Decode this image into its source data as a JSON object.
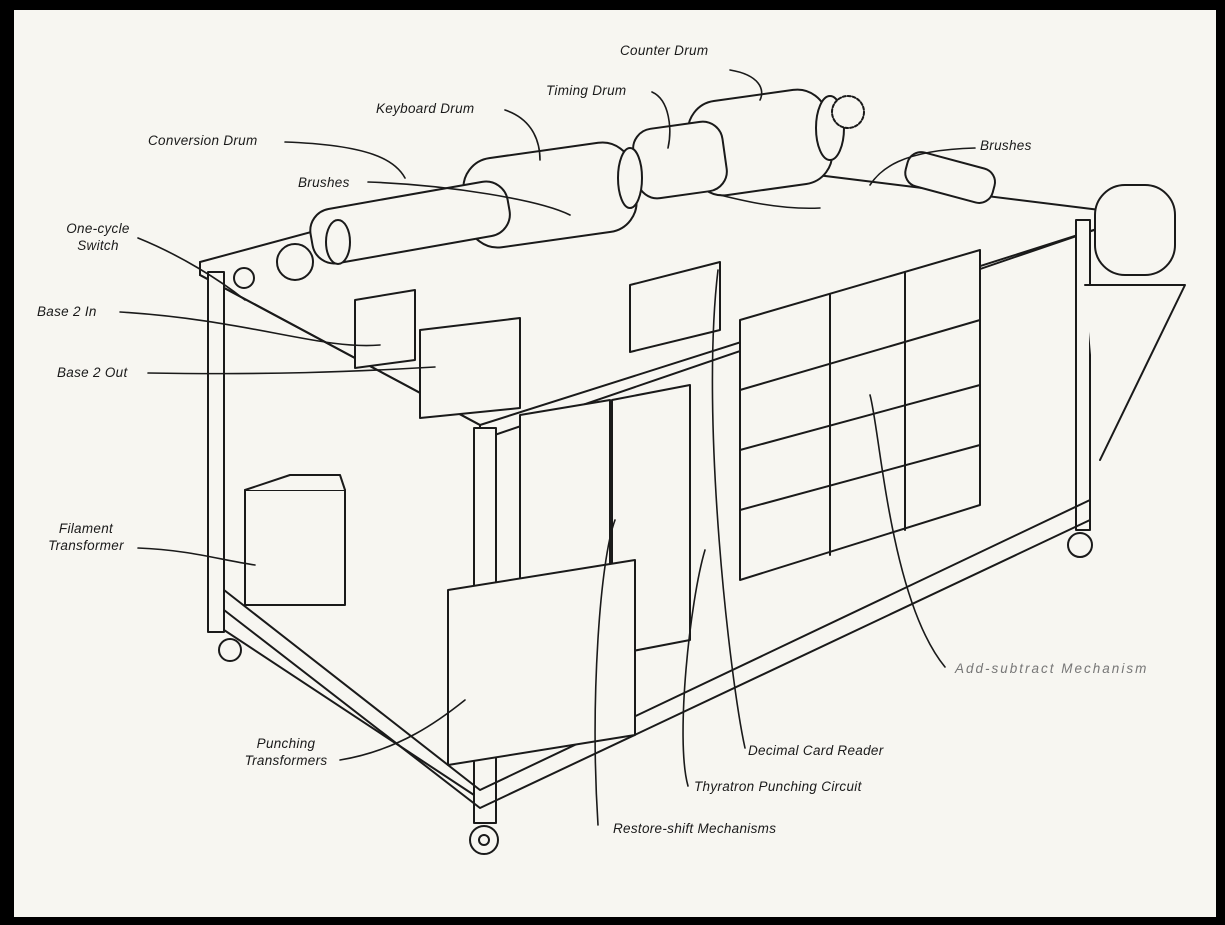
{
  "labels": {
    "counter_drum": "Counter Drum",
    "timing_drum": "Timing Drum",
    "keyboard_drum": "Keyboard Drum",
    "conversion_drum": "Conversion Drum",
    "brushes_left": "Brushes",
    "brushes_right": "Brushes",
    "one_cycle_switch": [
      "One-cycle",
      "Switch"
    ],
    "base2_in": "Base 2 In",
    "base2_out": "Base 2 Out",
    "filament_transformer": [
      "Filament",
      "Transformer"
    ],
    "punching_transformers": [
      "Punching",
      "Transformers"
    ],
    "restore_shift": "Restore-shift Mechanisms",
    "thyratron": "Thyratron Punching Circuit",
    "decimal_card_reader": "Decimal Card Reader",
    "add_subtract": "Add-subtract Mechanism"
  }
}
